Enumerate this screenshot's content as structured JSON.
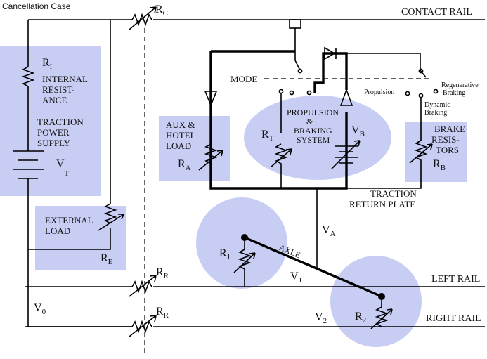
{
  "title": "Cancellation Case",
  "rails": {
    "contact": "CONTACT RAIL",
    "left": "LEFT  RAIL",
    "right": "RIGHT RAIL"
  },
  "supply": {
    "ri_main": "R",
    "ri_sub": "I",
    "internal_lines": [
      "INTERNAL",
      "RESIST-",
      "ANCE"
    ],
    "traction_lines": [
      "TRACTION",
      "POWER",
      "SUPPLY"
    ],
    "vt_main": "V",
    "vt_sub": "T"
  },
  "rc": {
    "main": "R",
    "sub": "C"
  },
  "external": {
    "lines": [
      "EXTERNAL",
      "LOAD"
    ],
    "re_main": "R",
    "re_sub": "E"
  },
  "rr_top": {
    "main": "R",
    "sub": "R"
  },
  "rr_bottom": {
    "main": "R",
    "sub": "R"
  },
  "v0": {
    "main": "V",
    "sub": "0"
  },
  "mode_label": "MODE",
  "aux": {
    "lines": [
      "AUX &",
      "HOTEL",
      "LOAD"
    ],
    "ra_main": "R",
    "ra_sub": "A"
  },
  "propulsion": {
    "lines": [
      "PROPULSION",
      "&",
      "BRAKING",
      "SYSTEM"
    ],
    "rt_main": "R",
    "rt_sub": "T",
    "vb_main": "V",
    "vb_sub": "B"
  },
  "switch_labels": {
    "propulsion": "Propulsion",
    "regen_lines": [
      "Regenerative",
      "Braking"
    ],
    "dynamic_lines": [
      "Dynamic",
      "Braking"
    ]
  },
  "brake": {
    "lines": [
      "BRAKE",
      "Resis-",
      "tors"
    ],
    "rb_main": "R",
    "rb_sub": "B"
  },
  "return_plate_lines": [
    "TRACTION",
    "RETURN PLATE"
  ],
  "va": {
    "main": "V",
    "sub": "A"
  },
  "axle_label": "AXLE",
  "r1": {
    "main": "R",
    "sub": "1"
  },
  "r2": {
    "main": "R",
    "sub": "2"
  },
  "v1": {
    "main": "V",
    "sub": "1"
  },
  "v2": {
    "main": "V",
    "sub": "2"
  },
  "colors": {
    "highlight": "#c8cdf4",
    "line": "#000000"
  }
}
